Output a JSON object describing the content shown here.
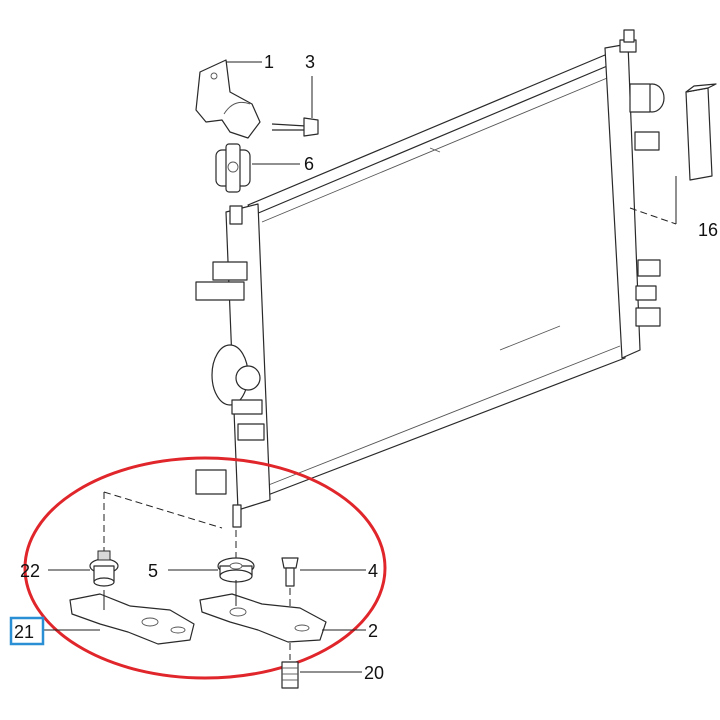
{
  "callouts": {
    "c1": "1",
    "c2": "2",
    "c3": "3",
    "c4": "4",
    "c5": "5",
    "c6": "6",
    "c16": "16",
    "c20": "20",
    "c21": "21",
    "c22": "22"
  },
  "colors": {
    "highlight_ellipse": "#e0262b",
    "highlight_box": "#2b8fd6",
    "line": "#2a2a2a"
  }
}
